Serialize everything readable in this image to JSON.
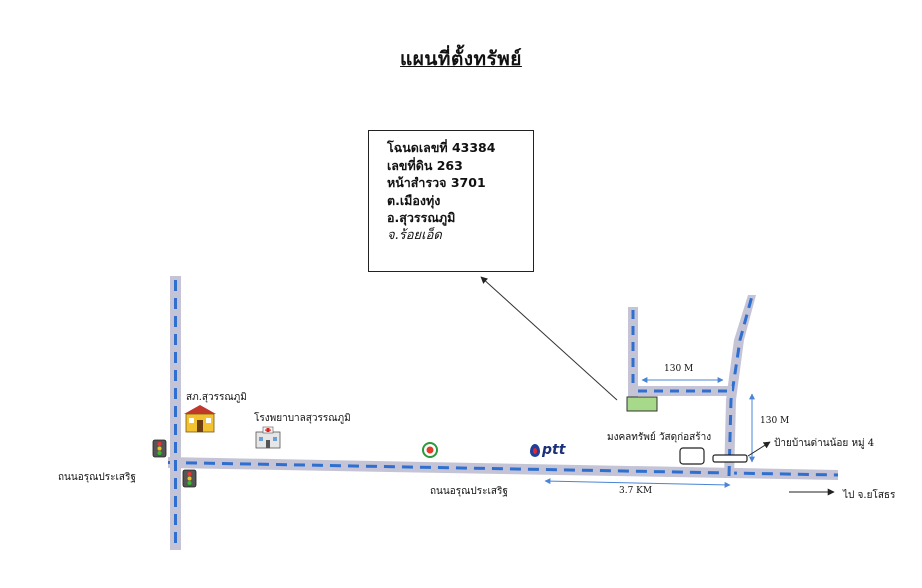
{
  "title": "แผนที่ตั้งทรัพย์",
  "deed": {
    "lines": [
      "โฉนดเลขที่  43384",
      "เลขที่ดิน  263",
      "หน้าสำรวจ  3701",
      "ต.เมืองทุ่ง",
      "อ.สุวรรณภูมิ"
    ],
    "handwritten": "จ.ร้อยเอ็ด"
  },
  "labels": {
    "police_station": "สภ.สุวรรณภูมิ",
    "hospital": "โรงพยาบาลสุวรรณภูมิ",
    "road_west": "ถนนอรุณประเสริฐ",
    "road_center": "ถนนอรุณประเสริฐ",
    "brand_ptt": "ptt",
    "property": "มงคลทรัพย์ วัสดุก่อสร้าง",
    "bus_stop": "ป้ายบ้านด่านน้อย หมู่ 4",
    "direction": "ไป จ.ยโสธร",
    "dist_top": "130 M",
    "dist_side": "130 M",
    "dist_road": "3.7 KM"
  },
  "colors": {
    "road_fill": "#c4c4d6",
    "road_dash": "#2e6fcf",
    "plot_fill": "#a7d98a",
    "dimension": "#4a84d6"
  }
}
